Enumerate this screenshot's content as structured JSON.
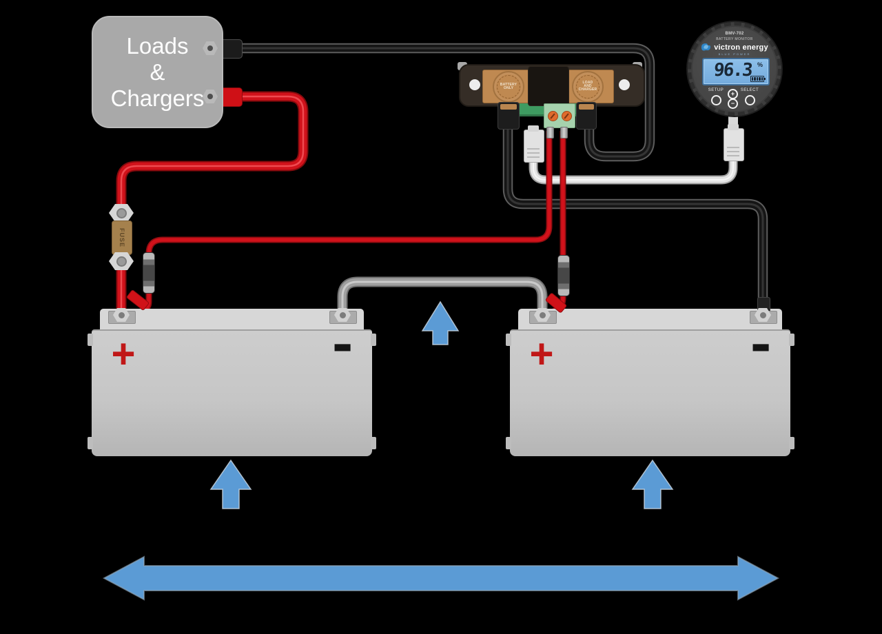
{
  "loads_box": {
    "line1": "Loads",
    "line2": "&",
    "line3": "Chargers"
  },
  "main_fuse": {
    "label": "FUSE"
  },
  "shunt": {
    "left_bolt": {
      "line1": "BATTERY",
      "line2": "ONLY"
    },
    "right_bolt": {
      "line1": "LOAD",
      "line2": "AND",
      "line3": "CHARGER"
    }
  },
  "monitor": {
    "model": "BMV-702",
    "subtitle": "BATTERY MONITOR",
    "brand": "victron energy",
    "tagline": "BLUE POWER",
    "lcd": {
      "value": "96.3",
      "unit": "%"
    },
    "buttons": {
      "setup": "SETUP",
      "select": "SELECT",
      "plus": "+",
      "minus": "−"
    }
  },
  "battery_left": {
    "plus": "+",
    "minus": "−"
  },
  "battery_right": {
    "plus": "+",
    "minus": "−"
  },
  "colors": {
    "background": "#000000",
    "arrow_blue": "#5b9bd5",
    "wire_red": "#d1121b",
    "wire_black": "#151515",
    "wire_gray": "#9f9f9f",
    "wire_white": "#e4e4e4",
    "battery_gray": "#c6c6c6",
    "loads_box_gray": "#a9a9a9",
    "shunt_copper": "#bf8951",
    "pcb_green": "#3e9b61",
    "lcd_blue": "#79b2e2"
  }
}
